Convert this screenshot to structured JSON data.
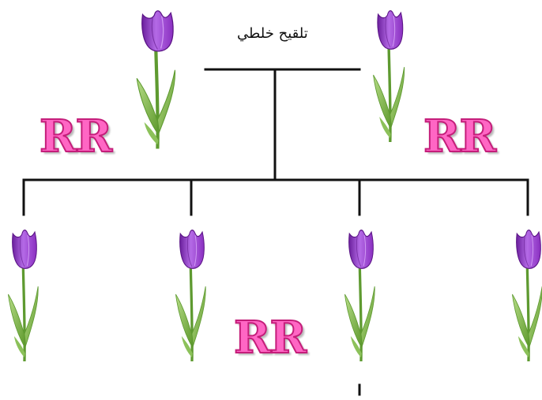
{
  "cross": {
    "label": "تلقيح خلطي"
  },
  "parents": [
    {
      "genotype": "RR",
      "flower_color": "purple"
    },
    {
      "genotype": "RR",
      "flower_color": "purple"
    }
  ],
  "offspring": {
    "genotype": "RR",
    "count": 4,
    "flower_color": "purple"
  },
  "colors": {
    "genotype_fill": "#ff66c4",
    "genotype_stroke": "#c41e7a",
    "petal": "#9b3fd0",
    "petal_dark": "#6a1f9c",
    "petal_light": "#c98af0",
    "stem": "#6da23b",
    "leaf": "#9ccb67",
    "line": "#111111"
  },
  "icons": {
    "flower": "tulip-icon"
  }
}
